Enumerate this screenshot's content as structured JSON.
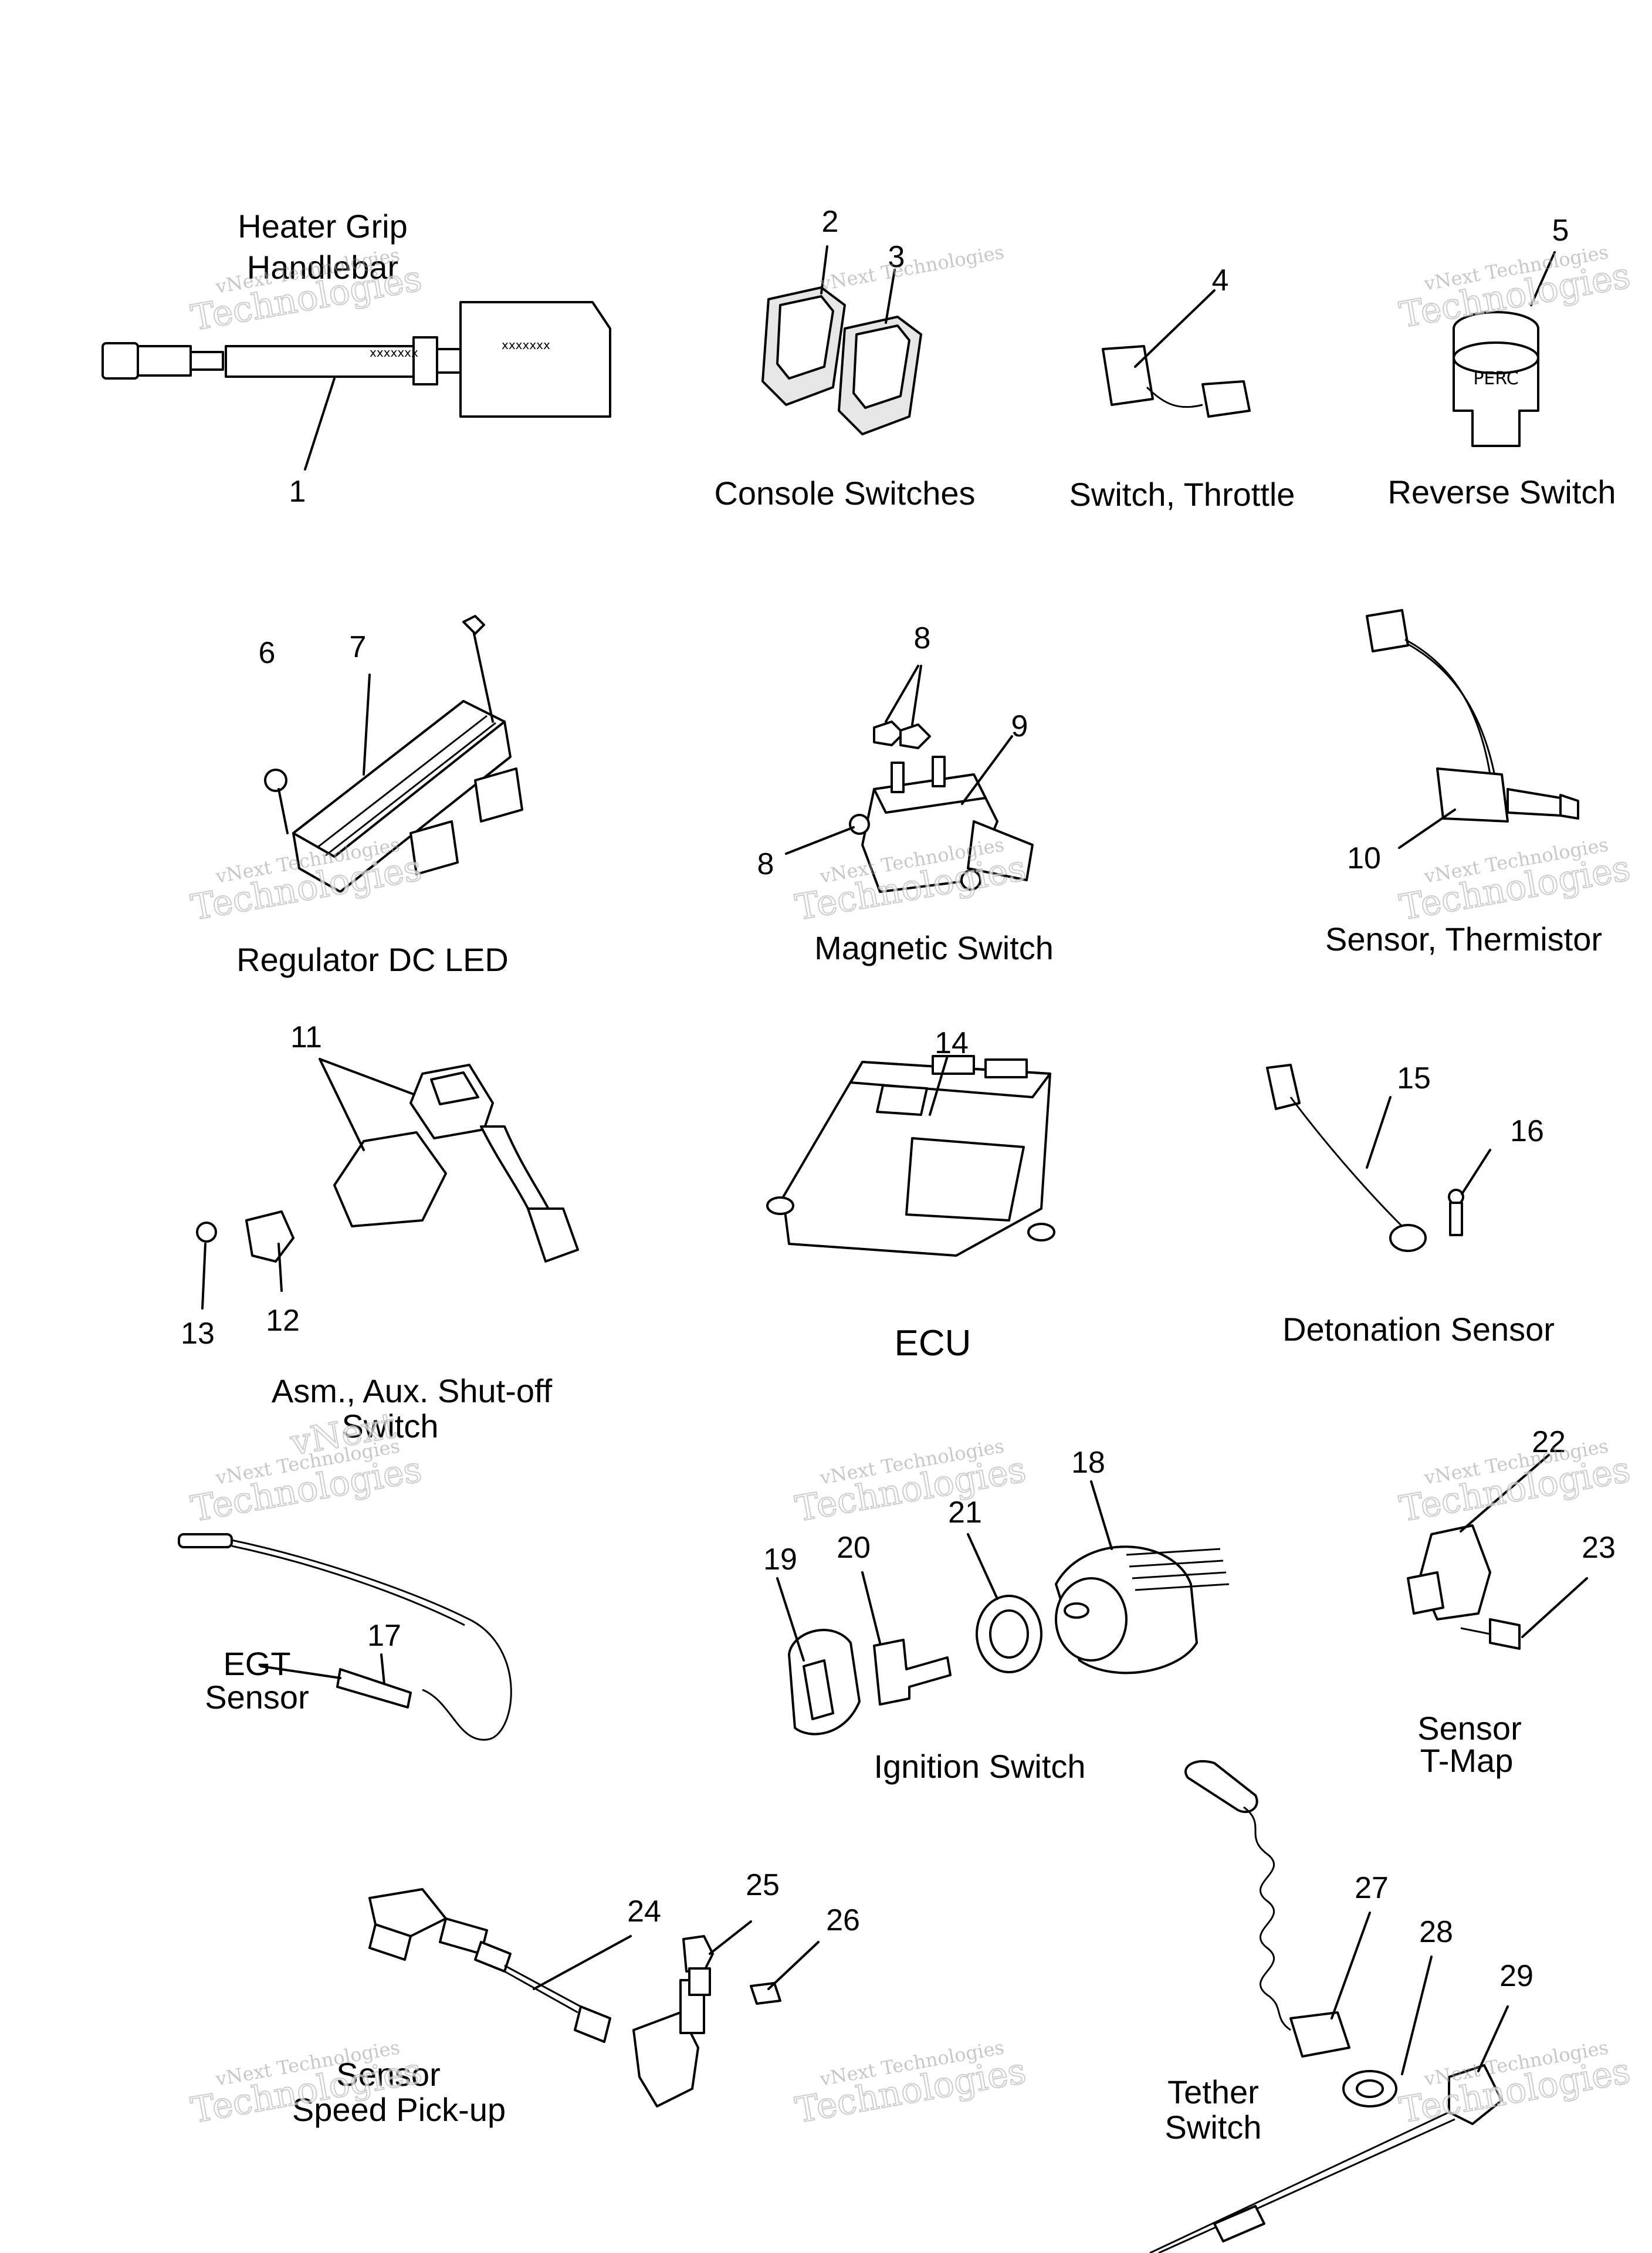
{
  "labels": {
    "heater_grip": [
      "Heater Grip",
      "Handlebar"
    ],
    "console_switches": "Console Switches",
    "switch_throttle": "Switch, Throttle",
    "reverse_switch": "Reverse Switch",
    "regulator": "Regulator DC LED",
    "magnetic_switch": "Magnetic Switch",
    "thermistor": "Sensor, Thermistor",
    "ecu": "ECU",
    "aux_shutoff": [
      "Asm., Aux. Shut-off",
      "Switch"
    ],
    "detonation": "Detonation Sensor",
    "egt": [
      "EGT",
      "Sensor"
    ],
    "ignition": "Ignition Switch",
    "tmap": [
      "Sensor",
      "T-Map"
    ],
    "speed_pickup": [
      "Sensor",
      "Speed Pick-up"
    ],
    "tether": [
      "Tether",
      "Switch"
    ]
  },
  "callouts": [
    "1",
    "2",
    "3",
    "4",
    "5",
    "6",
    "7",
    "8",
    "8",
    "9",
    "10",
    "11",
    "12",
    "13",
    "14",
    "15",
    "16",
    "17",
    "18",
    "19",
    "20",
    "21",
    "22",
    "23",
    "24",
    "25",
    "26",
    "27",
    "28",
    "29"
  ],
  "decal_text": {
    "perc": "PERC",
    "grip_code": "xxxxxxx"
  },
  "watermark": {
    "line1": "vNext Technologies",
    "line2": "Technologies",
    "line3": "vNext"
  }
}
